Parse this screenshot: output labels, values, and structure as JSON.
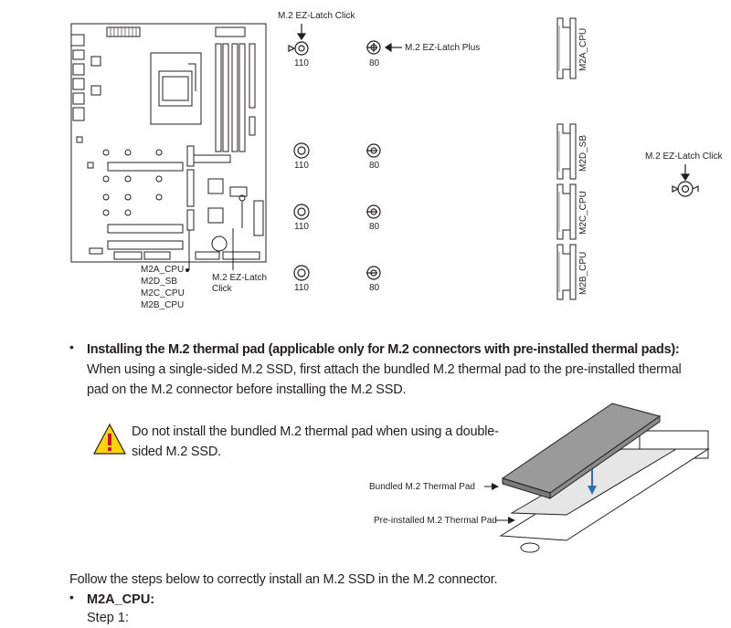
{
  "diagram": {
    "latch_click_top": "M.2 EZ-Latch Click",
    "latch_plus": "M.2 EZ-Latch Plus",
    "latch_click_right": "M.2 EZ-Latch Click",
    "latch_click_board": [
      "M.2 EZ-Latch",
      "Click"
    ],
    "board_labels": [
      "M2A_CPU",
      "M2D_SB",
      "M2C_CPU",
      "M2B_CPU"
    ],
    "connectors": [
      "M2A_CPU",
      "M2D_SB",
      "M2C_CPU",
      "M2B_CPU"
    ],
    "length_110": "110",
    "length_80": "80"
  },
  "section": {
    "heading": "Installing the M.2 thermal pad (applicable only for M.2 connectors with pre-installed thermal pads):",
    "para_line1": "When using a single-sided M.2 SSD, first attach the bundled M.2 thermal pad to the pre-installed thermal",
    "para_line2": "pad on the M.2 connector before installing the M.2 SSD.",
    "warning_line1": "Do not install the bundled M.2 thermal pad when using a double-",
    "warning_line2": "sided M.2 SSD.",
    "pad_bundled": "Bundled M.2 Thermal Pad",
    "pad_preinstalled": "Pre-installed M.2 Thermal Pad"
  },
  "steps": {
    "intro": "Follow the steps below to correctly install an M.2 SSD in the M.2 connector.",
    "sub_heading": "M2A_CPU:",
    "step1": "Step 1:"
  },
  "colors": {
    "text": "#231f20",
    "pad_top": "#9a9a9a",
    "arrow": "#2f6fb0",
    "warning": "#ffd400"
  }
}
